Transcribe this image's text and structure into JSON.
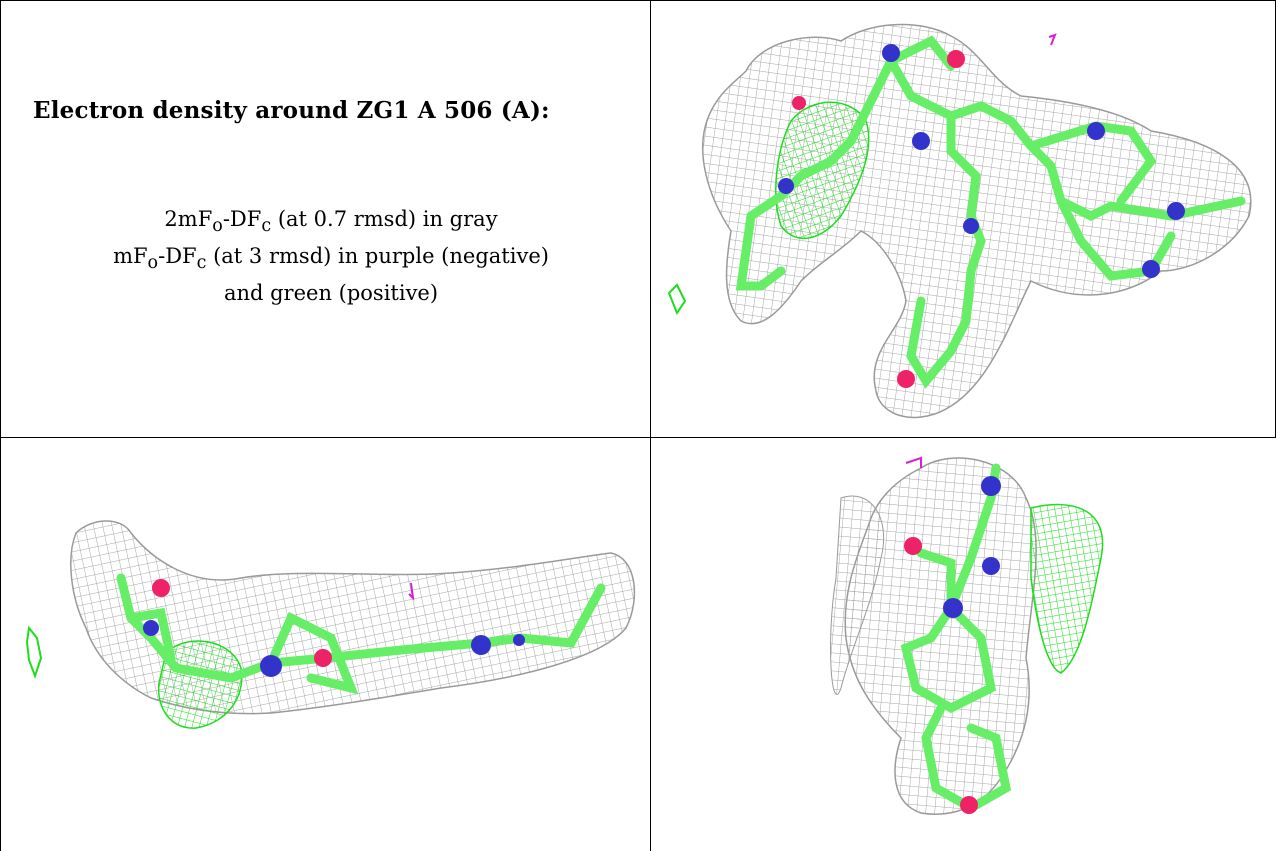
{
  "figure": {
    "title": "Electron density around ZG1 A 506 (A):",
    "legend": {
      "line1": {
        "pre": "2mF",
        "sub1": "o",
        "mid": "-DF",
        "sub2": "c",
        "post": " (at 0.7 rmsd) in gray"
      },
      "line2": {
        "pre": "mF",
        "sub1": "o",
        "mid": "-DF",
        "sub2": "c",
        "post": " (at 3 rmsd) in purple (negative)"
      },
      "line3": "and green (positive)"
    },
    "colors": {
      "mesh_2fofc": "#a8a8a8",
      "mesh_positive": "#22e022",
      "mesh_negative": "#d81fd8",
      "carbon": "#66ee66",
      "nitrogen": "#3333cc",
      "oxygen": "#ee2266"
    },
    "panels": [
      {
        "name": "view-top-right"
      },
      {
        "name": "view-bottom-left"
      },
      {
        "name": "view-bottom-right"
      }
    ]
  }
}
